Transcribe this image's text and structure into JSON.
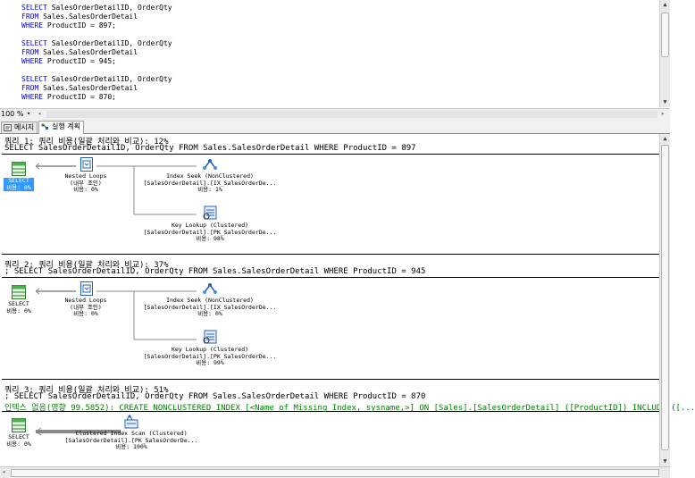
{
  "editor": {
    "lines": [
      {
        "kw1": "SELECT",
        "rest1": " SalesOrderDetailID, OrderQty"
      },
      {
        "kw1": "FROM",
        "rest1": " Sales.SalesOrderDetail"
      },
      {
        "kw1": "WHERE",
        "rest1": " ProductID = 897;"
      },
      {
        "kw1": "SELECT",
        "rest1": " SalesOrderDetailID, OrderQty"
      },
      {
        "kw1": "FROM",
        "rest1": " Sales.SalesOrderDetail"
      },
      {
        "kw1": "WHERE",
        "rest1": " ProductID = 945;"
      },
      {
        "kw1": "SELECT",
        "rest1": " SalesOrderDetailID, OrderQty"
      },
      {
        "kw1": "FROM",
        "rest1": " Sales.SalesOrderDetail"
      },
      {
        "kw1": "WHERE",
        "rest1": " ProductID = 870;"
      }
    ]
  },
  "zoom": {
    "value": "100 %"
  },
  "tabs": {
    "messages": "메시지",
    "plan": "실행 계획"
  },
  "queries": [
    {
      "title": "쿼리 1: 쿼리 비용(일괄 처리와 비교): 12%",
      "sql": "SELECT SalesOrderDetailID, OrderQty FROM Sales.SalesOrderDetail WHERE ProductID = 897",
      "select": "SELECT\n비용: 0%",
      "loops": "Nested Loops\n(내부 조인)\n비용: 0%",
      "seek": "Index Seek (NonClustered)\n[SalesOrderDetail].[IX_SalesOrderDe...\n비용: 1%",
      "lookup": "Key Lookup (Clustered)\n[SalesOrderDetail].[PK_SalesOrderDe...\n비용: 98%"
    },
    {
      "title": "쿼리 2: 쿼리 비용(일괄 처리와 비교): 37%",
      "sql": "; SELECT SalesOrderDetailID, OrderQty FROM Sales.SalesOrderDetail WHERE ProductID = 945",
      "select": "SELECT\n비용: 0%",
      "loops": "Nested Loops\n(내부 조인)\n비용: 0%",
      "seek": "Index Seek (NonClustered)\n[SalesOrderDetail].[IX_SalesOrderDe...\n비용: 0%",
      "lookup": "Key Lookup (Clustered)\n[SalesOrderDetail].[PK_SalesOrderDe...\n비용: 99%"
    },
    {
      "title": "쿼리 3: 쿼리 비용(일괄 처리와 비교): 51%",
      "sql": "; SELECT SalesOrderDetailID, OrderQty FROM Sales.SalesOrderDetail WHERE ProductID = 870",
      "missing": "인덱스 없음(영향 99.5852): CREATE NONCLUSTERED INDEX [<Name of Missing Index, sysname,>] ON [Sales].[SalesOrderDetail] ([ProductID]) INCLUDE ([...",
      "select": "SELECT\n비용: 0%",
      "scan": "Clustered Index Scan (Clustered)\n[SalesOrderDetail].[PK_SalesOrderDe...\n비용: 100%"
    }
  ],
  "colors": {
    "keyword": "#0000ff",
    "missing_index": "#008000",
    "selection": "#3399ff"
  }
}
